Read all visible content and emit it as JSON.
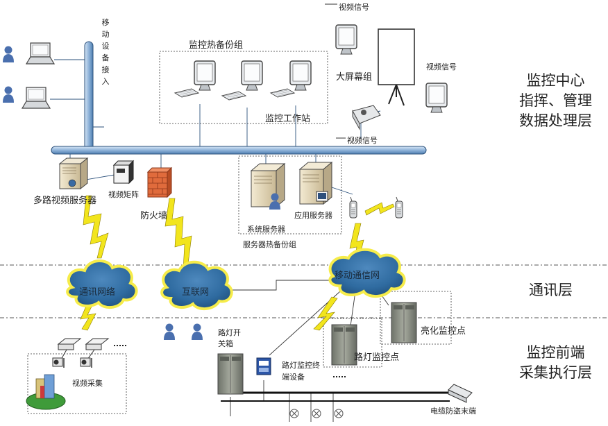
{
  "layers": {
    "center": [
      "监控中心",
      "指挥、管理",
      "数据处理层"
    ],
    "comm": "通讯层",
    "front": [
      "监控前端",
      "采集执行层"
    ]
  },
  "labels": {
    "mobile_access": "移动设备接入",
    "hot_backup_monitor": "监控热备份组",
    "workstation": "监控工作站",
    "video_signal": "视频信号",
    "big_screen": "大屏幕组",
    "multi_video_server": "多路视频服务器",
    "video_matrix": "视频矩阵",
    "firewall": "防火墙",
    "system_server": "系统服务器",
    "app_server": "应用服务器",
    "server_hot_backup": "服务器热备份组",
    "video_capture": "视频采集",
    "streetlight_box": "路灯开关箱",
    "streetlight_terminal": "路灯监控终端设备",
    "streetlight_point": "路灯监控点",
    "lighting_point": "亮化监控点",
    "cable_antitheft": "电缆防盗末端"
  },
  "clouds": {
    "comm_net": "通讯网络",
    "internet": "互联网",
    "mobile_net": "移动通信网"
  },
  "colors": {
    "bus_fill": "#8fb3d9",
    "bus_stroke": "#2a4f7a",
    "cloud_light": "#f6ec4a",
    "cloud_dark": "#2f6ba0",
    "lightning": "#f2e51d",
    "firewall": "#e06b3c",
    "person": "#4a6fae",
    "cabinet": "#8a8f86"
  }
}
